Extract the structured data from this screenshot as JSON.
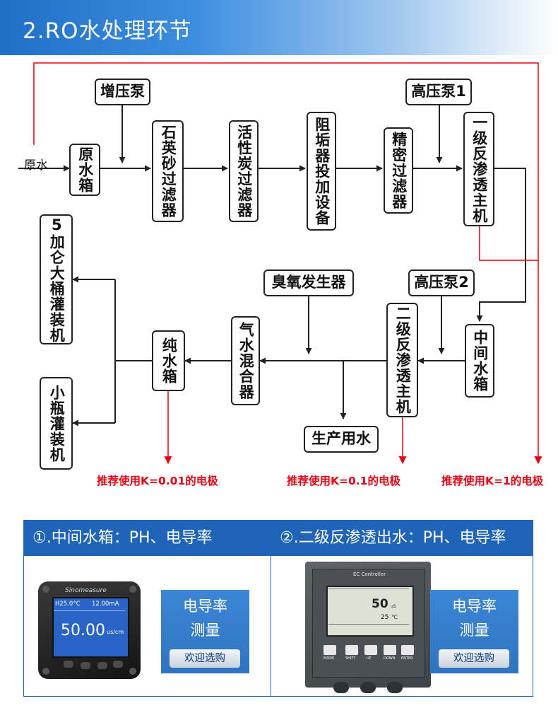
{
  "header": {
    "title": "2.RO水处理环节"
  },
  "diagram": {
    "raw_water_label": "原水",
    "boxes": {
      "booster_pump": "增压泵",
      "raw_tank": "原水箱",
      "quartz_filter": "石英砂过滤器",
      "carbon_filter": "活性炭过滤器",
      "antiscalant": "阻垢器投加设备",
      "precision_filter": "精密过滤器",
      "hp_pump_1": "高压泵1",
      "ro_1": "一级反渗透主机",
      "bucket_filler": "5加仑大桶灌装机",
      "bottle_filler": "小瓶灌装机",
      "ozone_gen": "臭氧发生器",
      "hp_pump_2": "高压泵2",
      "pure_tank": "纯水箱",
      "gas_mixer": "气水混合器",
      "ro_2": "二级反渗透主机",
      "mid_tank": "中间水箱",
      "production_water": "生产用水"
    },
    "recommendations": {
      "k001": "推荐使用K=0.01的电极",
      "k01": "推荐使用K=0.1的电极",
      "k1": "推荐使用K=1的电极"
    },
    "colors": {
      "arrow": "#222222",
      "signal": "#e60012"
    }
  },
  "panels": [
    {
      "title": "①.中间水箱：PH、电导率",
      "promo_line1": "电导率",
      "promo_line2": "测量",
      "button": "欢迎选购",
      "device": {
        "brand": "Sinomeasure",
        "temp": "H25.0°C",
        "current": "12.00mA",
        "value": "50.00",
        "unit": "us/cm"
      }
    },
    {
      "title": "②.二级反渗透出水：PH、电导率",
      "promo_line1": "电导率",
      "promo_line2": "测量",
      "button": "欢迎选购",
      "device": {
        "brand": "EC Controller",
        "value": "50",
        "unit": "uS",
        "temp": "25",
        "temp_unit": "℃",
        "keys": [
          "MODE",
          "SHIFT",
          "UP",
          "DOWN",
          "ENTER"
        ]
      }
    }
  ]
}
